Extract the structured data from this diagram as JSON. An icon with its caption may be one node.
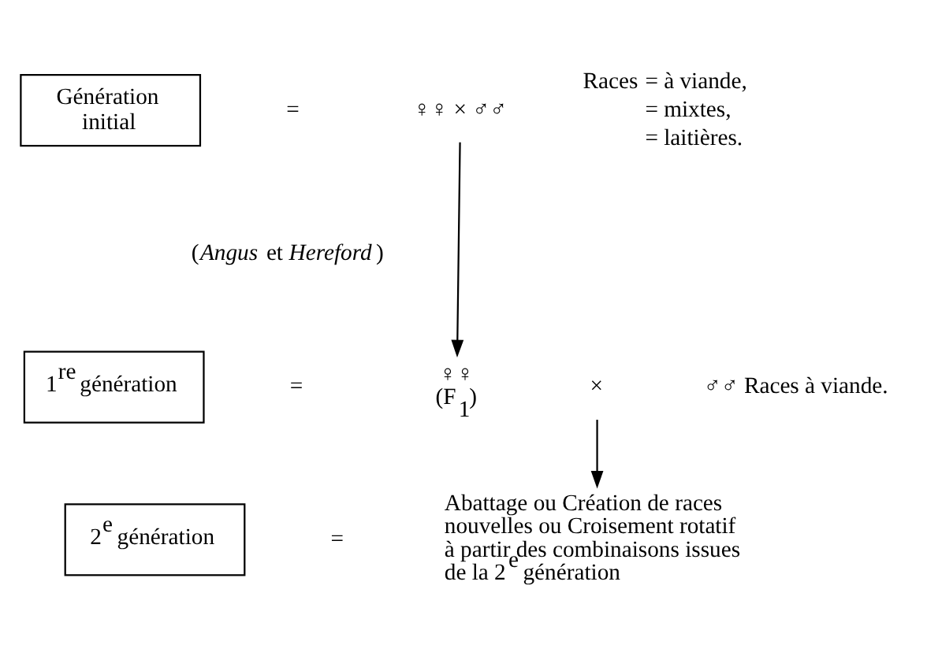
{
  "diagram": {
    "nodes": [
      {
        "text": [
          "Génération initial"
        ]
      },
      {
        "text": [
          "♀♀ × ♂♂"
        ]
      },
      {
        "text": [
          "1$^{re}$ génération"
        ]
      },
      {
        "text": [
          "♀♀",
          "(F$_{1}$)"
        ]
      },
      {
        "text": [
          "×"
        ]
      },
      {
        "text": [
          "♂♂ Races à viande."
        ]
      },
      {
        "text": [
          "2$^{e}$ génération"
        ]
      },
      {
        "text": [
          "Abattage ou Création de races nouvelles ou Croisement rotatif à partir des combinaisons issues de la 2$^{e}$ génération"
        ]
      }
    ],
    "edges": [
      {
        "from": 1,
        "to": 3,
        "arrow": "to"
      },
      {
        "from": 4,
        "to": 7,
        "arrow": "to"
      }
    ],
    "labels": [
      "=",
      "Races",
      "= à viande,",
      "= mixtes,",
      "= laitières.",
      "(*Angus* et *Hereford*)",
      "=",
      "="
    ]
  }
}
